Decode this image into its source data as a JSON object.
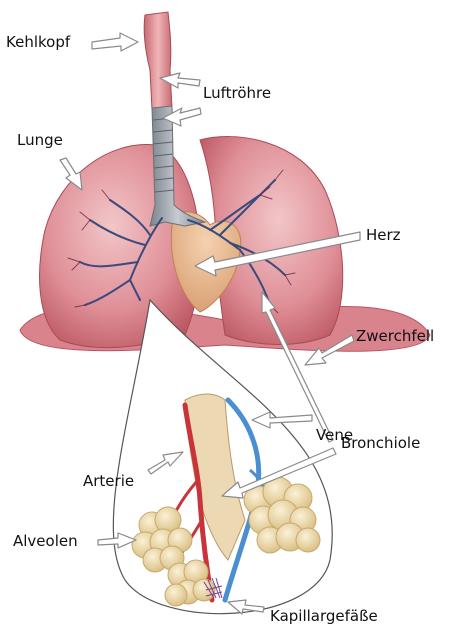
{
  "labels": {
    "kehlkopf": "Kehlkopf",
    "luftroehre": "Luftröhre",
    "lunge": "Lunge",
    "herz": "Herz",
    "zwerchfell": "Zwerchfell",
    "vene": "Vene",
    "bronchiole": "Bronchiole",
    "arterie": "Arterie",
    "alveolen": "Alveolen",
    "kapillargefaesse": "Kapillargefäße"
  },
  "colors": {
    "lung": "#d9838c",
    "lung_dark": "#b9545f",
    "trachea": "#9aa0a8",
    "heart": "#e3b48a",
    "artery": "#c8343a",
    "vein": "#4a8fd0",
    "alveoli": "#ead6a4",
    "bronchi": "#3a4a7c",
    "arrow_fill": "#ffffff",
    "arrow_stroke": "#8a8a8a"
  }
}
